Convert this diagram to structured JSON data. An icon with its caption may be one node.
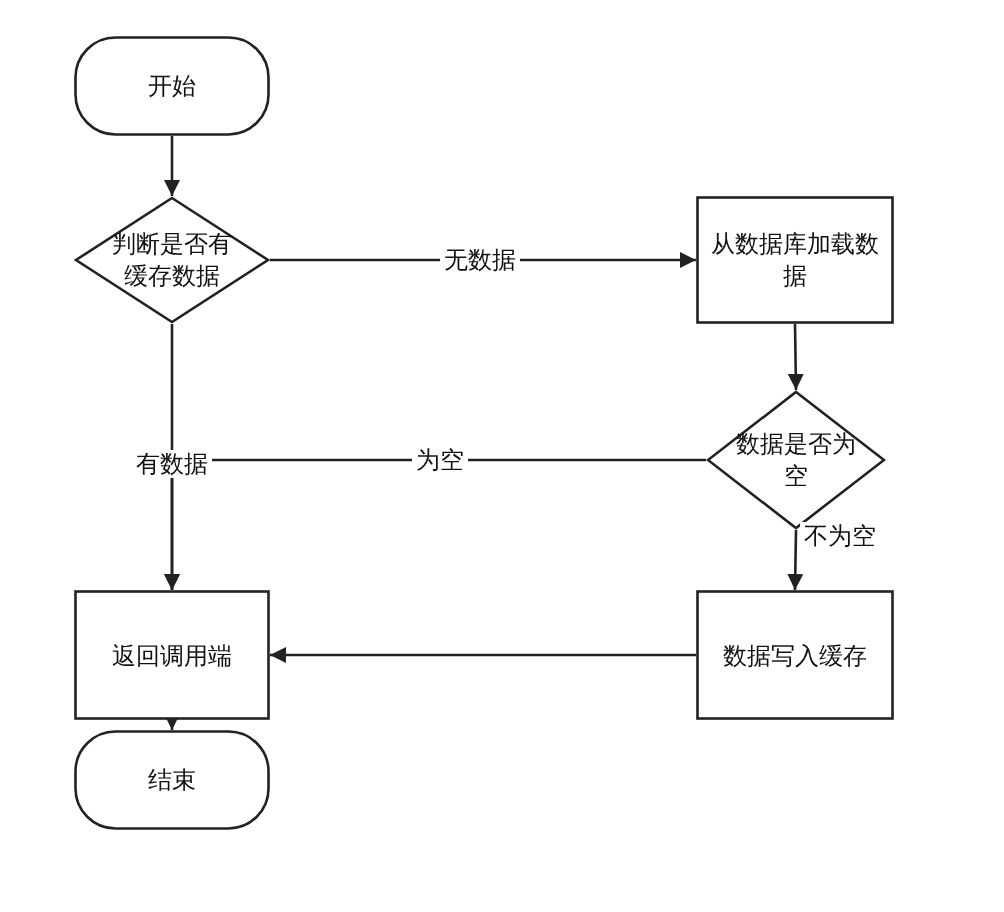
{
  "diagram": {
    "nodes": [
      {
        "text": [
          "开始"
        ]
      },
      {
        "text": [
          "判断是否有缓存数据"
        ]
      },
      {
        "text": [
          "从数据库加载数据"
        ]
      },
      {
        "text": [
          "数据是否为空"
        ]
      },
      {
        "text": [
          "返回调用端"
        ]
      },
      {
        "text": [
          "数据写入缓存"
        ]
      },
      {
        "text": [
          "结束"
        ]
      }
    ],
    "edges": [
      {
        "from": 0,
        "to": 1,
        "arrow": "to"
      },
      {
        "from": 1,
        "to": 2,
        "arrow": "to",
        "label": "无数据"
      },
      {
        "from": 2,
        "to": 3,
        "arrow": "to"
      },
      {
        "from": 1,
        "to": 4,
        "arrow": "to",
        "label": "有数据"
      },
      {
        "from": 3,
        "to": 4,
        "arrow": "to",
        "label": "为空"
      },
      {
        "from": 3,
        "to": 5,
        "arrow": "to",
        "label": "不为空"
      },
      {
        "from": 5,
        "to": 4,
        "arrow": "to"
      },
      {
        "from": 4,
        "to": 6,
        "arrow": "to"
      }
    ]
  }
}
